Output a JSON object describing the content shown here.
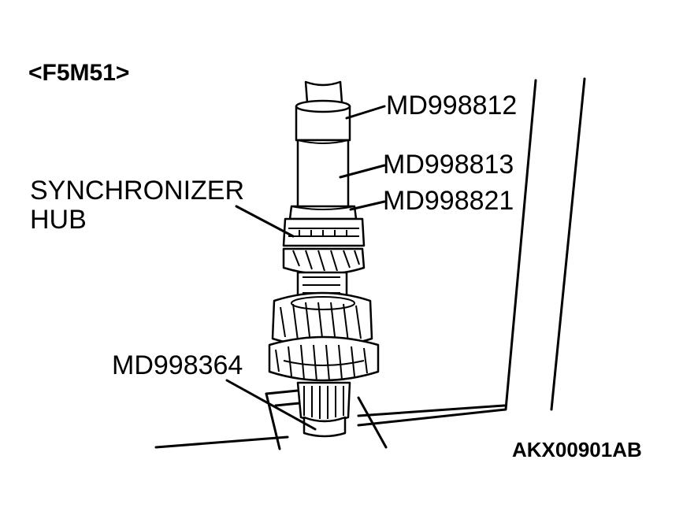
{
  "model_heading": "<F5M51>",
  "labels": {
    "tool_top": "MD998812",
    "tool_mid": "MD998813",
    "tool_low": "MD998821",
    "synchronizer_line1": "SYNCHRONIZER",
    "synchronizer_line2": "HUB",
    "tool_bottom": "MD998364"
  },
  "figure_code": "AKX00901AB"
}
